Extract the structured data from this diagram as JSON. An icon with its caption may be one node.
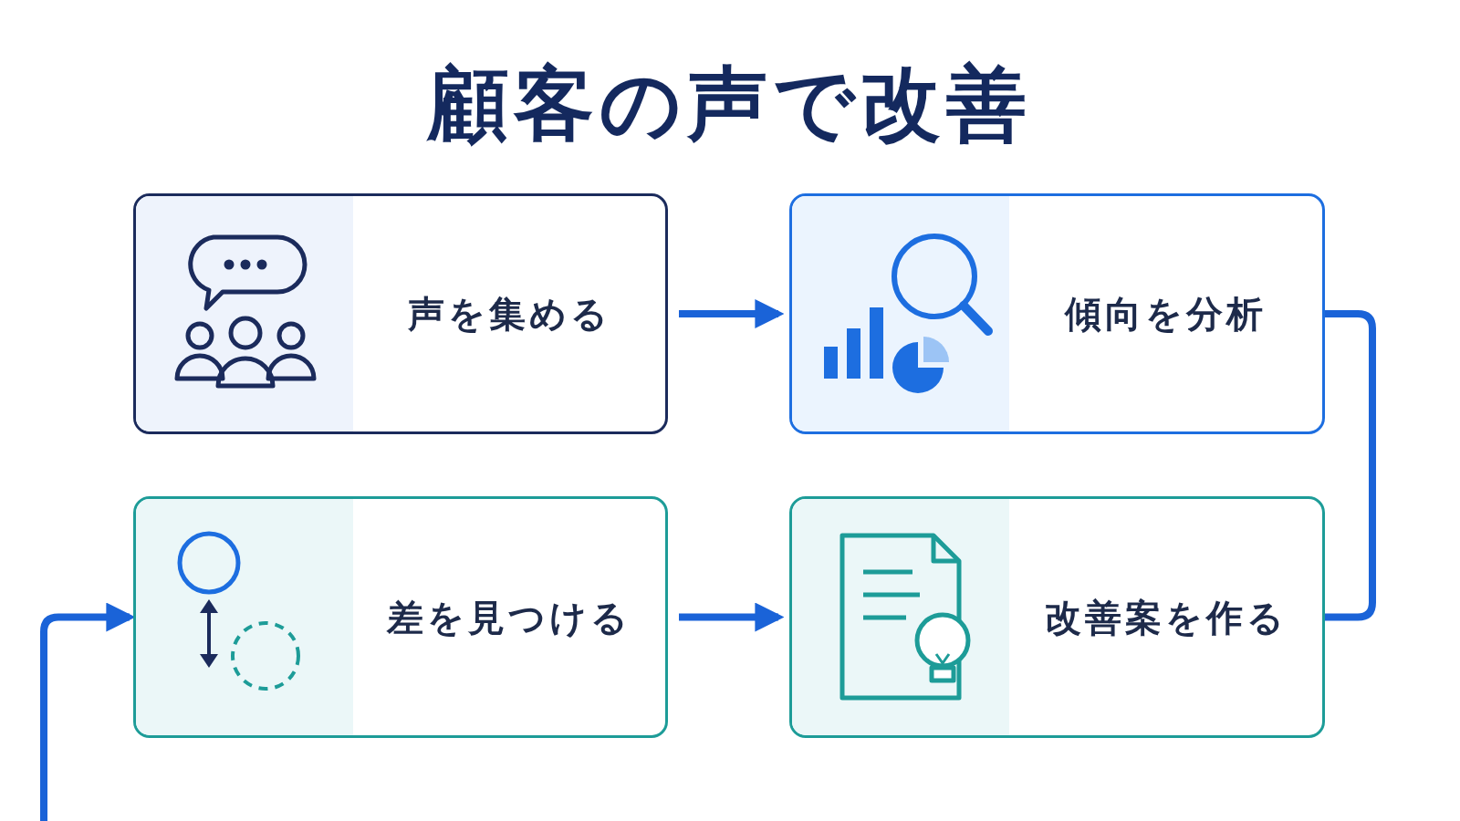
{
  "diagram": {
    "title": "顧客の声で改善",
    "nodes": [
      {
        "text": [
          "声を集める"
        ]
      },
      {
        "text": [
          "傾向を分析"
        ]
      },
      {
        "text": [
          "改善案を作る"
        ]
      },
      {
        "text": [
          "差を見つける"
        ]
      }
    ],
    "edges": [
      {
        "from": 0,
        "to": 1,
        "arrow": "to"
      },
      {
        "from": 1,
        "to": 2,
        "arrow": "none"
      },
      {
        "from": 3,
        "to": 2,
        "arrow": "to"
      },
      {
        "from": null,
        "to": 3,
        "arrow": "to"
      }
    ]
  }
}
